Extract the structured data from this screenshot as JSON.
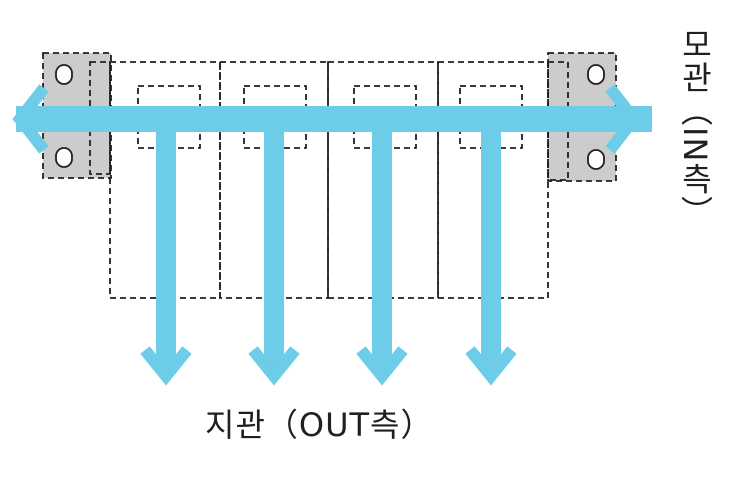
{
  "labels": {
    "outlet": "지관（OUT측）",
    "inlet": "모관（IN측）"
  },
  "diagram": {
    "valve_count": 4,
    "colors": {
      "pipe": "#6dcde8",
      "bracket": "#cccccd",
      "outline": "#231f20",
      "text": "#231f20"
    }
  }
}
